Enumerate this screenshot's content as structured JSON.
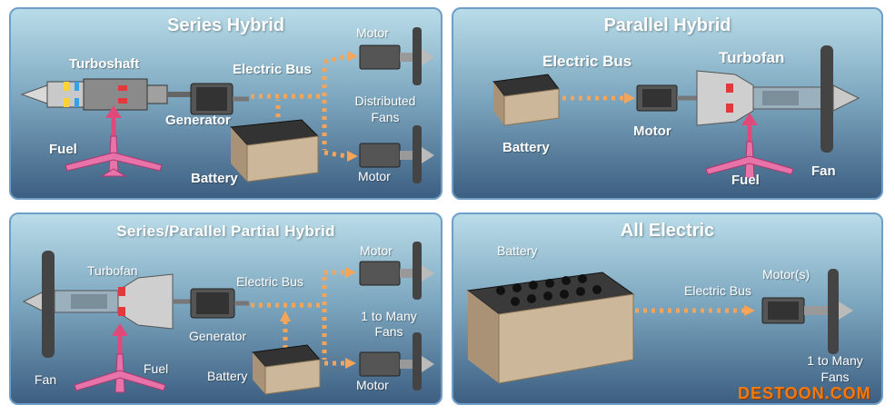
{
  "panels": {
    "series": {
      "title": "Series Hybrid",
      "turboshaft": "Turboshaft",
      "fuel": "Fuel",
      "generator": "Generator",
      "electric_bus": "Electric Bus",
      "battery": "Battery",
      "motor_top": "Motor",
      "fans": "Distributed\nFans",
      "motor_bottom": "Motor"
    },
    "parallel": {
      "title": "Parallel Hybrid",
      "electric_bus": "Electric Bus",
      "battery": "Battery",
      "motor": "Motor",
      "turbofan": "Turbofan",
      "fuel": "Fuel",
      "fan": "Fan"
    },
    "partial": {
      "title": "Series/Parallel  Partial  Hybrid",
      "turbofan": "Turbofan",
      "fan": "Fan",
      "fuel": "Fuel",
      "generator": "Generator",
      "electric_bus": "Electric Bus",
      "battery": "Battery",
      "motor_top": "Motor",
      "fans": "1 to Many\nFans",
      "motor_bottom": "Motor"
    },
    "electric": {
      "title": "All Electric",
      "battery": "Battery",
      "electric_bus": "Electric Bus",
      "motor": "Motor(s)",
      "fans": "1 to Many\nFans"
    }
  },
  "watermark": "DESTOON.COM",
  "colors": {
    "bus_dots": "#f4a55a",
    "fuel_arrow": "#e04a7a",
    "airplane": "#e873a8",
    "battery_box": "#cdb79a",
    "panel_border": "#6f9fc8"
  }
}
